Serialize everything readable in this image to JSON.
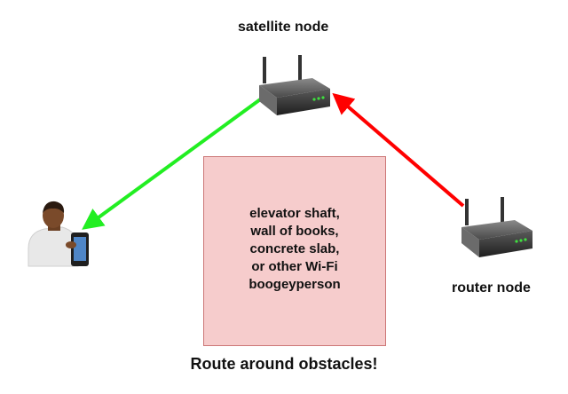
{
  "nodes": {
    "satellite": {
      "label": "satellite node"
    },
    "router": {
      "label": "router node"
    }
  },
  "obstacle": {
    "lines": [
      "elevator shaft,",
      "wall of books,",
      "concrete slab,",
      "or other Wi-Fi",
      "boogeyperson"
    ],
    "fill_color": "#f6cccc",
    "border_color": "#cc7777"
  },
  "caption": "Route around obstacles!",
  "links": {
    "router_to_satellite": {
      "color": "#ff0000",
      "meaning": "weak"
    },
    "satellite_to_client": {
      "color": "#22ee22",
      "meaning": "good"
    }
  },
  "icons": {
    "router": "wifi-router-icon",
    "client": "person-with-phone-icon"
  }
}
